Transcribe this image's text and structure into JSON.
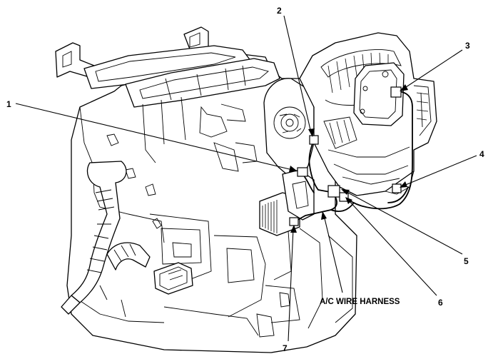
{
  "diagram": {
    "callouts": [
      {
        "id": "1",
        "label": "1"
      },
      {
        "id": "2",
        "label": "2"
      },
      {
        "id": "3",
        "label": "3"
      },
      {
        "id": "4",
        "label": "4"
      },
      {
        "id": "5",
        "label": "5"
      },
      {
        "id": "6",
        "label": "6"
      },
      {
        "id": "7",
        "label": "7"
      }
    ],
    "harness_label": "A/C WIRE HARNESS"
  }
}
